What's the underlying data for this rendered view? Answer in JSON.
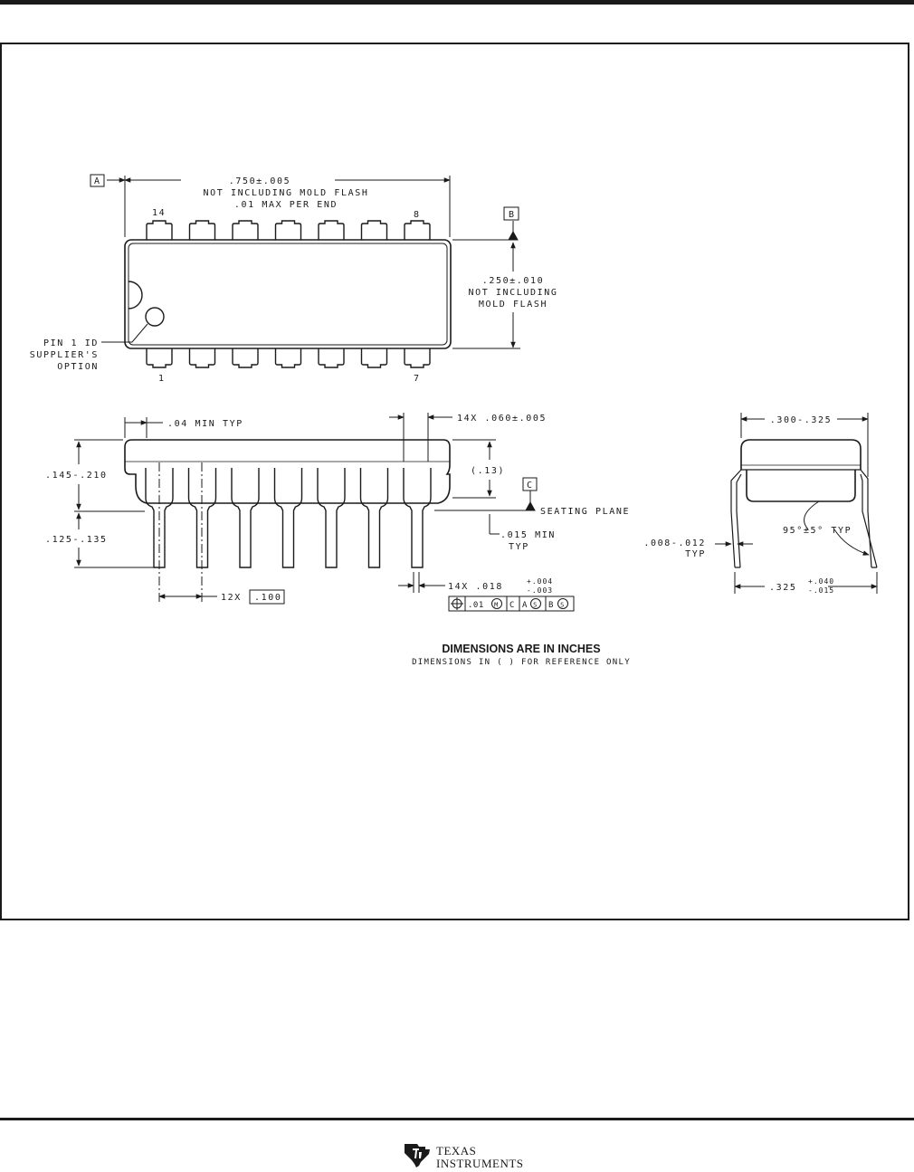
{
  "labels": {
    "datum_a": "A",
    "datum_b": "B",
    "datum_c": "C",
    "length": ".750±.005",
    "length_note1": "NOT INCLUDING MOLD FLASH",
    "length_note2": ".01 MAX PER END",
    "pin14": "14",
    "pin8": "8",
    "pin1": "1",
    "pin7": "7",
    "width": ".250±.010",
    "width_note1": "NOT INCLUDING",
    "width_note2": "MOLD FLASH",
    "pin1_id_1": "PIN 1 ID",
    "pin1_id_2": "SUPPLIER'S",
    "pin1_id_3": "OPTION",
    "min_typ": ".04 MIN TYP",
    "lead_width": "14X .060±.005",
    "body_height": ".145-.210",
    "ref_13": "(.13)",
    "seating_plane": "SEATING PLANE",
    "lead_length": ".125-.135",
    "standoff_1": ".015 MIN",
    "standoff_2": "TYP",
    "pitch_prefix": "12X",
    "pitch": ".100",
    "lead_dia_prefix": "14X .018",
    "lead_dia_tol_plus": "+.004",
    "lead_dia_tol_minus": "-.003",
    "fcf_symbol": "⊕",
    "fcf_tol": ".01",
    "fcf_m": "M",
    "fcf_c": "C",
    "fcf_a": "A",
    "fcf_s1": "S",
    "fcf_b": "B",
    "fcf_s2": "S",
    "end_width": ".300-.325",
    "angle": "95°±5° TYP",
    "thickness_1": ".008-.012",
    "thickness_2": "TYP",
    "row_spacing": ".325",
    "row_tol_plus": "+.040",
    "row_tol_minus": "-.015",
    "dims_title": "DIMENSIONS ARE IN INCHES",
    "dims_note": "DIMENSIONS IN (   ) FOR REFERENCE ONLY"
  },
  "logo": {
    "line1": "TEXAS",
    "line2": "INSTRUMENTS"
  }
}
